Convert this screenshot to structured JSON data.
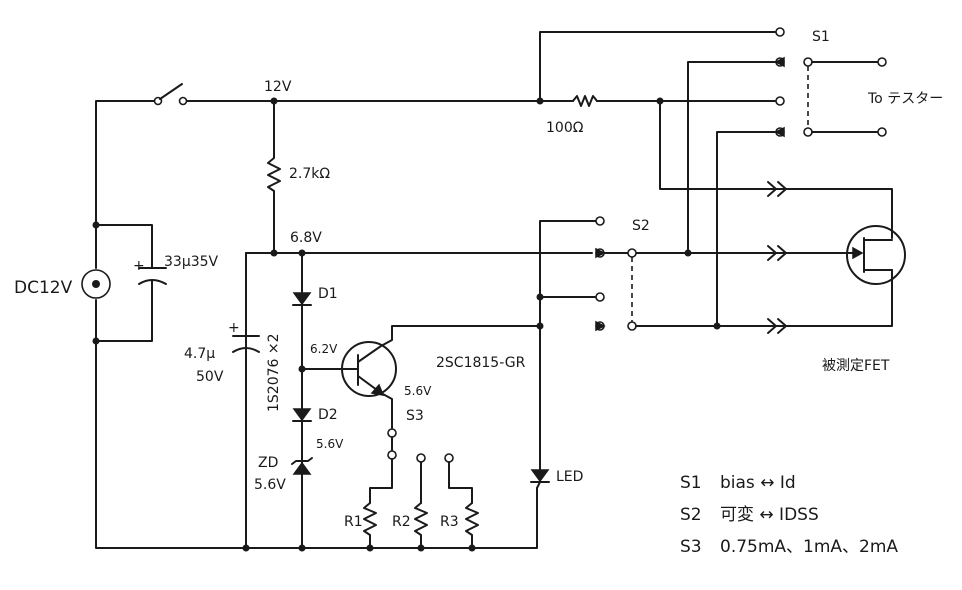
{
  "labels": {
    "dc_in": "DC12V",
    "v12": "12V",
    "cap1": "33μ35V",
    "r_27k": "2.7kΩ",
    "v68": "6.8V",
    "cap2_a": "4.7μ",
    "cap2_b": "50V",
    "diode_type": "1S2076 ×2",
    "d1": "D1",
    "d2": "D2",
    "v62": "6.2V",
    "v56_e": "5.6V",
    "v56_z": "5.6V",
    "zd_a": "ZD",
    "zd_b": "5.6V",
    "transistor": "2SC1815-GR",
    "s1": "S1",
    "s2": "S2",
    "s3": "S3",
    "r100": "100Ω",
    "to_tester": "To テスター",
    "fet_label": "被測定FET",
    "led": "LED",
    "r1": "R1",
    "r2": "R2",
    "r3": "R3"
  },
  "legend": [
    {
      "key": "S1",
      "text": "bias ↔ Id"
    },
    {
      "key": "S2",
      "text": "可変 ↔ IDSS"
    },
    {
      "key": "S3",
      "text": "0.75mA、1mA、2mA"
    }
  ]
}
